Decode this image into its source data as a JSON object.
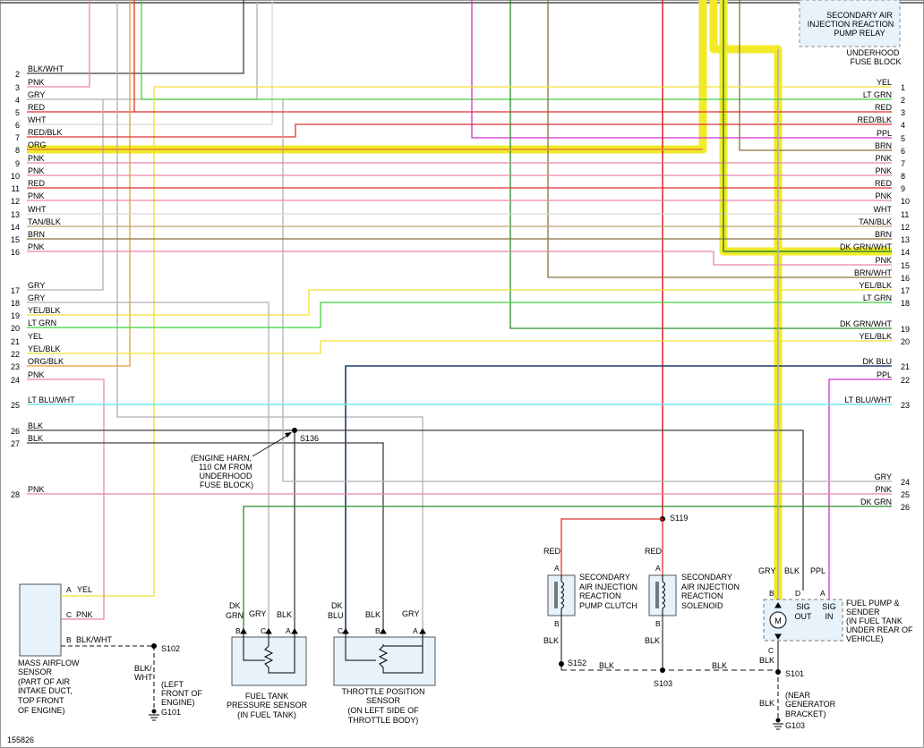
{
  "colors": {
    "RED": "#e03030",
    "PNK": "#e888a8",
    "BLK": "#404040",
    "GRY": "#b0b0b0",
    "WHT": "#d8d8d8",
    "ORG": "#e89a30",
    "YEL": "#f0e030",
    "LT GRN": "#40d040",
    "DK GRN": "#2a8a2a",
    "BRN": "#8a7040",
    "TAN": "#c0a070",
    "PPL": "#d030d0",
    "DK BLU": "#1e3b6e",
    "LT BLU": "#70e8f0",
    "highlight": "#f2ea28"
  },
  "left_wires": [
    {
      "num": "2",
      "label": "BLK/WHT"
    },
    {
      "num": "3",
      "label": "PNK"
    },
    {
      "num": "4",
      "label": "GRY"
    },
    {
      "num": "5",
      "label": "RED"
    },
    {
      "num": "6",
      "label": "WHT"
    },
    {
      "num": "7",
      "label": "RED/BLK"
    },
    {
      "num": "8",
      "label": "ORG"
    },
    {
      "num": "9",
      "label": "PNK"
    },
    {
      "num": "10",
      "label": "PNK"
    },
    {
      "num": "11",
      "label": "RED"
    },
    {
      "num": "12",
      "label": "PNK"
    },
    {
      "num": "13",
      "label": "WHT"
    },
    {
      "num": "14",
      "label": "TAN/BLK"
    },
    {
      "num": "15",
      "label": "BRN"
    },
    {
      "num": "16",
      "label": "PNK"
    },
    {
      "num": "17",
      "label": "GRY"
    },
    {
      "num": "18",
      "label": "GRY"
    },
    {
      "num": "19",
      "label": "YEL/BLK"
    },
    {
      "num": "20",
      "label": "LT GRN"
    },
    {
      "num": "21",
      "label": "YEL"
    },
    {
      "num": "22",
      "label": "YEL/BLK"
    },
    {
      "num": "23",
      "label": "ORG/BLK"
    },
    {
      "num": "24",
      "label": "PNK"
    },
    {
      "num": "25",
      "label": "LT BLU/WHT"
    },
    {
      "num": "26",
      "label": "BLK"
    },
    {
      "num": "27",
      "label": "BLK"
    },
    {
      "num": "28",
      "label": "PNK"
    }
  ],
  "right_wires": [
    {
      "num": "1",
      "label": "YEL"
    },
    {
      "num": "2",
      "label": "LT GRN"
    },
    {
      "num": "3",
      "label": "RED"
    },
    {
      "num": "4",
      "label": "RED/BLK"
    },
    {
      "num": "5",
      "label": "PPL"
    },
    {
      "num": "6",
      "label": "BRN"
    },
    {
      "num": "7",
      "label": "PNK"
    },
    {
      "num": "8",
      "label": "PNK"
    },
    {
      "num": "9",
      "label": "RED"
    },
    {
      "num": "10",
      "label": "PNK"
    },
    {
      "num": "11",
      "label": "WHT"
    },
    {
      "num": "12",
      "label": "TAN/BLK"
    },
    {
      "num": "13",
      "label": "BRN"
    },
    {
      "num": "14",
      "label": "DK GRN/WHT"
    },
    {
      "num": "15",
      "label": "PNK"
    },
    {
      "num": "16",
      "label": "BRN/WHT"
    },
    {
      "num": "17",
      "label": "YEL/BLK"
    },
    {
      "num": "18",
      "label": "LT GRN"
    },
    {
      "num": "19",
      "label": "DK GRN/WHT"
    },
    {
      "num": "20",
      "label": "YEL/BLK"
    },
    {
      "num": "21",
      "label": "DK BLU"
    },
    {
      "num": "22",
      "label": "PPL"
    },
    {
      "num": "23",
      "label": "LT BLU/WHT"
    },
    {
      "num": "24",
      "label": "GRY"
    },
    {
      "num": "25",
      "label": "PNK"
    },
    {
      "num": "26",
      "label": "DK GRN"
    }
  ],
  "relay": {
    "lines": [
      "SECONDARY AIR",
      "INJECTION REACTION",
      "PUMP RELAY"
    ]
  },
  "fuse_block": {
    "lines": [
      "UNDERHOOD",
      "FUSE BLOCK"
    ]
  },
  "splices": {
    "s136": "S136",
    "s119": "S119",
    "s102": "S102",
    "s152": "S152",
    "s103": "S103",
    "s101": "S101"
  },
  "grounds": {
    "g101": "G101",
    "g103": "G103"
  },
  "engine_harn_note": [
    "(ENGINE HARN,",
    "110 CM FROM",
    "UNDERHOOD",
    "FUSE BLOCK)"
  ],
  "maf": {
    "pins": [
      {
        "letter": "A",
        "wire": "YEL"
      },
      {
        "letter": "C",
        "wire": "PNK"
      },
      {
        "letter": "B",
        "wire": "BLK/WHT"
      }
    ],
    "label": [
      "MASS AIRFLOW",
      "SENSOR",
      "(PART OF AIR",
      "INTAKE DUCT,",
      "TOP FRONT",
      "OF ENGINE)"
    ],
    "ground_wire": [
      "BLK/",
      "WHT"
    ],
    "ground_note": [
      "(LEFT",
      "FRONT OF",
      "ENGINE)"
    ]
  },
  "ftps": {
    "wires": [
      "DK",
      "GRN",
      "GRY",
      "BLK"
    ],
    "pins": [
      "B",
      "C",
      "A"
    ],
    "label": [
      "FUEL TANK",
      "PRESSURE SENSOR",
      "(IN FUEL TANK)"
    ]
  },
  "tps": {
    "wires": [
      "DK",
      "BLU",
      "BLK",
      "GRY"
    ],
    "pins": [
      "C",
      "B",
      "A"
    ],
    "label": [
      "THROTTLE POSITION",
      "SENSOR",
      "(ON LEFT SIDE OF",
      "THROTTLE BODY)"
    ]
  },
  "clutch": {
    "wire_top": "RED",
    "pin_top": "A",
    "pin_bot": "B",
    "wire_bot": "BLK",
    "label": [
      "SECONDARY",
      "AIR INJECTION",
      "REACTION",
      "PUMP CLUTCH"
    ]
  },
  "solenoid": {
    "wire_top": "RED",
    "pin_top": "A",
    "pin_bot": "B",
    "wire_bot": "BLK",
    "label": [
      "SECONDARY",
      "AIR INJECTION",
      "REACTION",
      "SOLENOID"
    ]
  },
  "fuel_pump": {
    "wires": [
      "GRY",
      "BLK",
      "PPL"
    ],
    "pins": [
      "B",
      "D",
      "A",
      "C"
    ],
    "sig_out": [
      "SIG",
      "OUT"
    ],
    "sig_in": [
      "SIG",
      "IN"
    ],
    "motor": "M",
    "label": [
      "FUEL PUMP &",
      "SENDER",
      "(IN FUEL TANK",
      "UNDER REAR OF",
      "VEHICLE)"
    ],
    "ground_wire": "BLK",
    "ground_note": [
      "(NEAR",
      "GENERATOR",
      "BRACKET)"
    ]
  },
  "ground_bus_labels": [
    "BLK",
    "BLK",
    "BLK"
  ],
  "figure_id": "155826"
}
